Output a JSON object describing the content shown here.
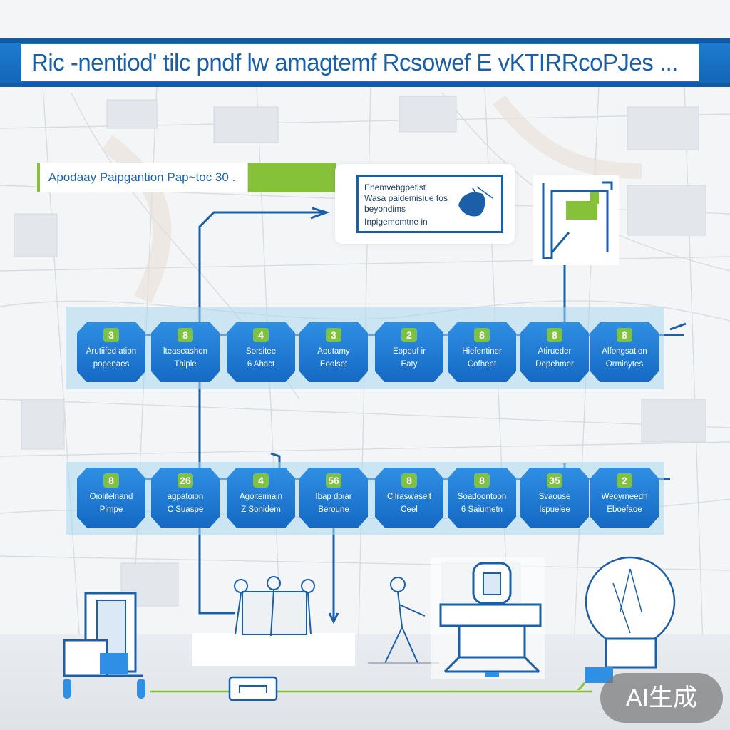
{
  "title": "Ric -nentiod' tilc pndf lw amagtemf Rcsowef E vKTIRRcoPJes ...",
  "subtitle": "Apodaay  Paipgantion  Pap~toc 30 .",
  "info_card": {
    "lines": [
      "Enemvebgpetlst",
      "Wasa paidemisiue tos",
      "beyondims",
      "Inpigemomtne in"
    ]
  },
  "rows": [
    [
      {
        "badge": "3",
        "line1": "Arutiifed ation",
        "line2": "popenaes"
      },
      {
        "badge": "8",
        "line1": "lteaseashon",
        "line2": "Thiple"
      },
      {
        "badge": "4",
        "line1": "Sorsitee",
        "line2": "6 Ahact"
      },
      {
        "badge": "3",
        "line1": "Aoutamy",
        "line2": "Eoolset"
      },
      {
        "badge": "2",
        "line1": "Eopeuf ir",
        "line2": "Eaty"
      },
      {
        "badge": "8",
        "line1": "Hiefentiner",
        "line2": "Cofhent"
      },
      {
        "badge": "8",
        "line1": "Atirueder",
        "line2": "Depehmer"
      },
      {
        "badge": "8",
        "line1": "Alfongsation",
        "line2": "Orminytes"
      }
    ],
    [
      {
        "badge": "8",
        "line1": "Oiolitelnand",
        "line2": "Pimpe"
      },
      {
        "badge": "26",
        "line1": "agpatoion",
        "line2": "C Suaspe"
      },
      {
        "badge": "4",
        "line1": "Agoiteimain",
        "line2": "Z Sonidem"
      },
      {
        "badge": "56",
        "line1": "Ibap doiar",
        "line2": "Beroune"
      },
      {
        "badge": "8",
        "line1": "Cilraswaselt",
        "line2": "Ceel"
      },
      {
        "badge": "8",
        "line1": "Soadoontoon",
        "line2": "6 Saiumetn"
      },
      {
        "badge": "35",
        "line1": "Svaouse",
        "line2": "Ispuelee"
      },
      {
        "badge": "2",
        "line1": "Weoyrneedh",
        "line2": "Eboefaoe"
      }
    ]
  ],
  "watermark": "AI生成",
  "colors": {
    "primary": "#1569c3",
    "accent": "#7fc242",
    "title_bar": "#1f7bd0"
  }
}
